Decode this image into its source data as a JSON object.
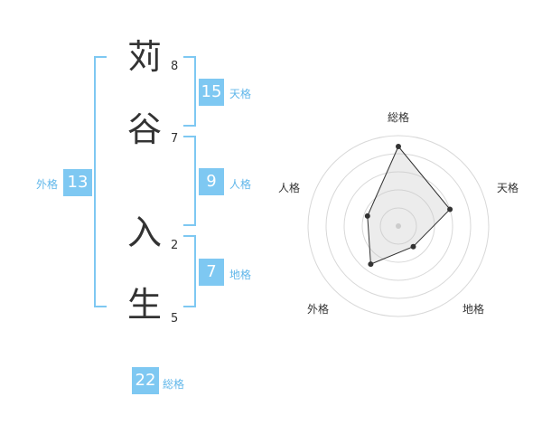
{
  "name_chars": [
    {
      "char": "苅",
      "strokes": "8"
    },
    {
      "char": "谷",
      "strokes": "7"
    },
    {
      "char": "入",
      "strokes": "2"
    },
    {
      "char": "生",
      "strokes": "5"
    }
  ],
  "fortunes": {
    "tenkaku": {
      "value": "15",
      "label": "天格"
    },
    "jinkaku": {
      "value": "9",
      "label": "人格"
    },
    "chikaku": {
      "value": "7",
      "label": "地格"
    },
    "gaikaku": {
      "value": "13",
      "label": "外格"
    },
    "soukaku": {
      "value": "22",
      "label": "総格"
    }
  },
  "colors": {
    "accent": "#7ec8f2",
    "label": "#61b7ea",
    "text": "#333333"
  },
  "chart_data": {
    "type": "radar",
    "axes": [
      "総格",
      "天格",
      "地格",
      "外格",
      "人格"
    ],
    "values": [
      22,
      15,
      7,
      13,
      9
    ],
    "rings": 5,
    "grid": true
  }
}
